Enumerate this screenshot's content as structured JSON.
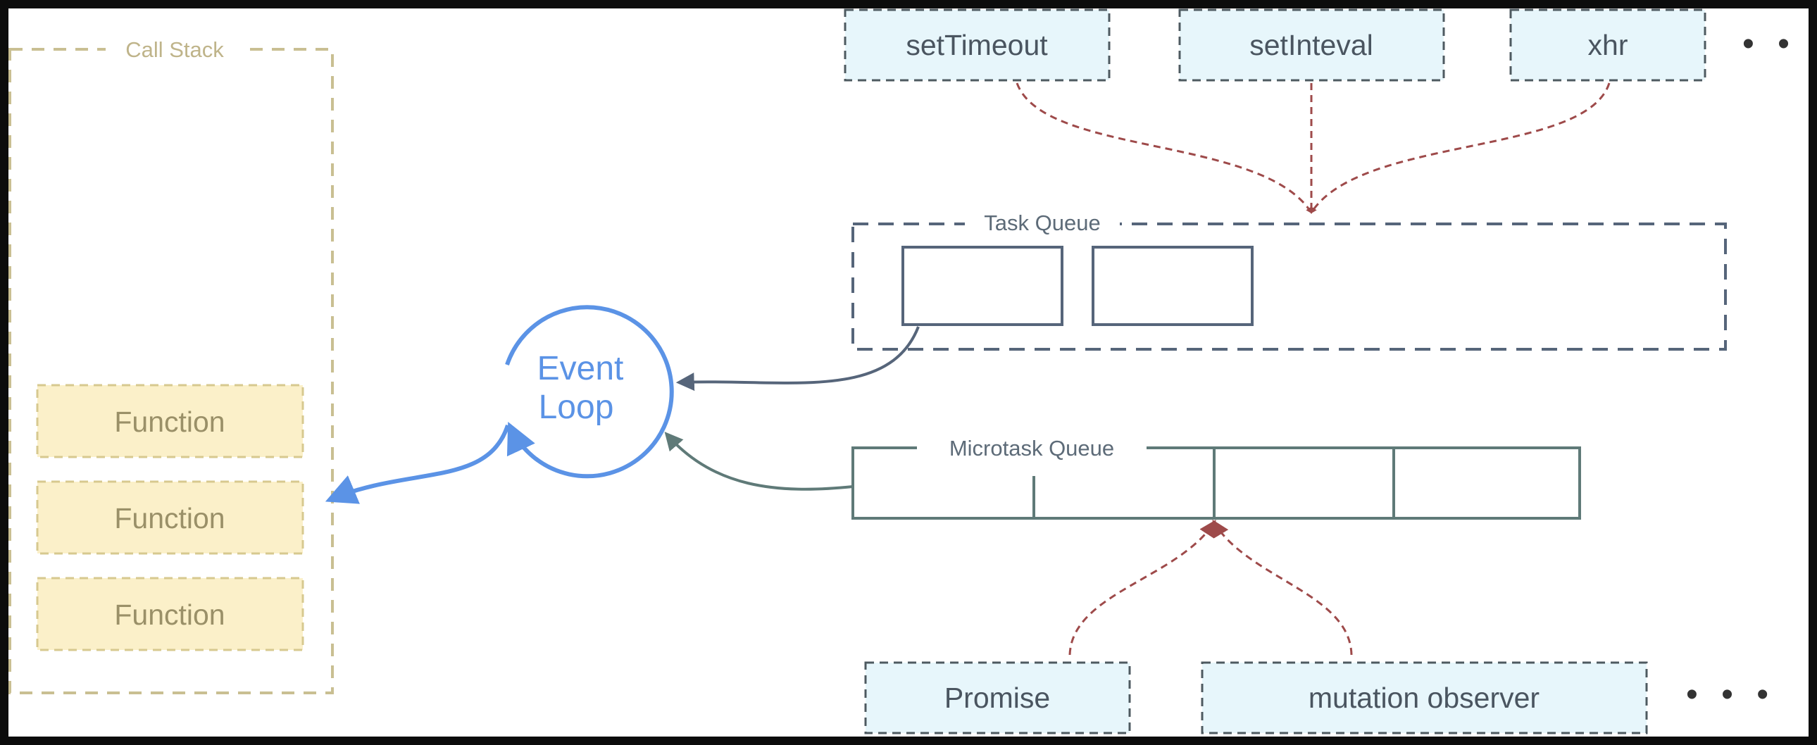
{
  "diagram": {
    "call_stack": {
      "label": "Call Stack",
      "frames": [
        "Function",
        "Function",
        "Function"
      ]
    },
    "event_loop": {
      "line1": "Event",
      "line2": "Loop"
    },
    "task_sources": [
      "setTimeout",
      "setInteval",
      "xhr"
    ],
    "task_sources_more": "• • •",
    "task_queue": {
      "label": "Task Queue"
    },
    "microtask_queue": {
      "label": "Microtask Queue"
    },
    "microtask_sources": [
      "Promise",
      "mutation observer"
    ],
    "microtask_sources_more": "• • •"
  }
}
